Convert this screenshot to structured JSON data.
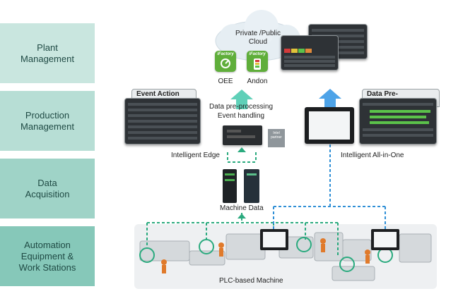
{
  "layers": {
    "plant": "Plant Management",
    "production": "Production Management",
    "data_acquisition": "Data Acquisition",
    "automation": "Automation Equipment & Work Stations"
  },
  "cloud": {
    "label": "Private /Public Cloud"
  },
  "apps": [
    {
      "brand": "iFactory",
      "label": "OEE"
    },
    {
      "brand": "iFactory",
      "label": "Andon"
    }
  ],
  "panels": {
    "event_action": "Event Action",
    "data_preprocessing": "Data Pre-Processing"
  },
  "edge": {
    "process_text": "Data pre-processing Event handling",
    "label": "Intelligent Edge",
    "badge": "Intel partner"
  },
  "allinone": {
    "label": "Intelligent All-in-One"
  },
  "machine_data": {
    "label": "Machine Data"
  },
  "plc": {
    "label": "PLC-based Machine"
  },
  "colors": {
    "green_dashed": "#2aaa7e",
    "blue_dashed": "#2f8fd6",
    "arrow_green": "#5fd0b8",
    "arrow_blue": "#4da3e8"
  }
}
